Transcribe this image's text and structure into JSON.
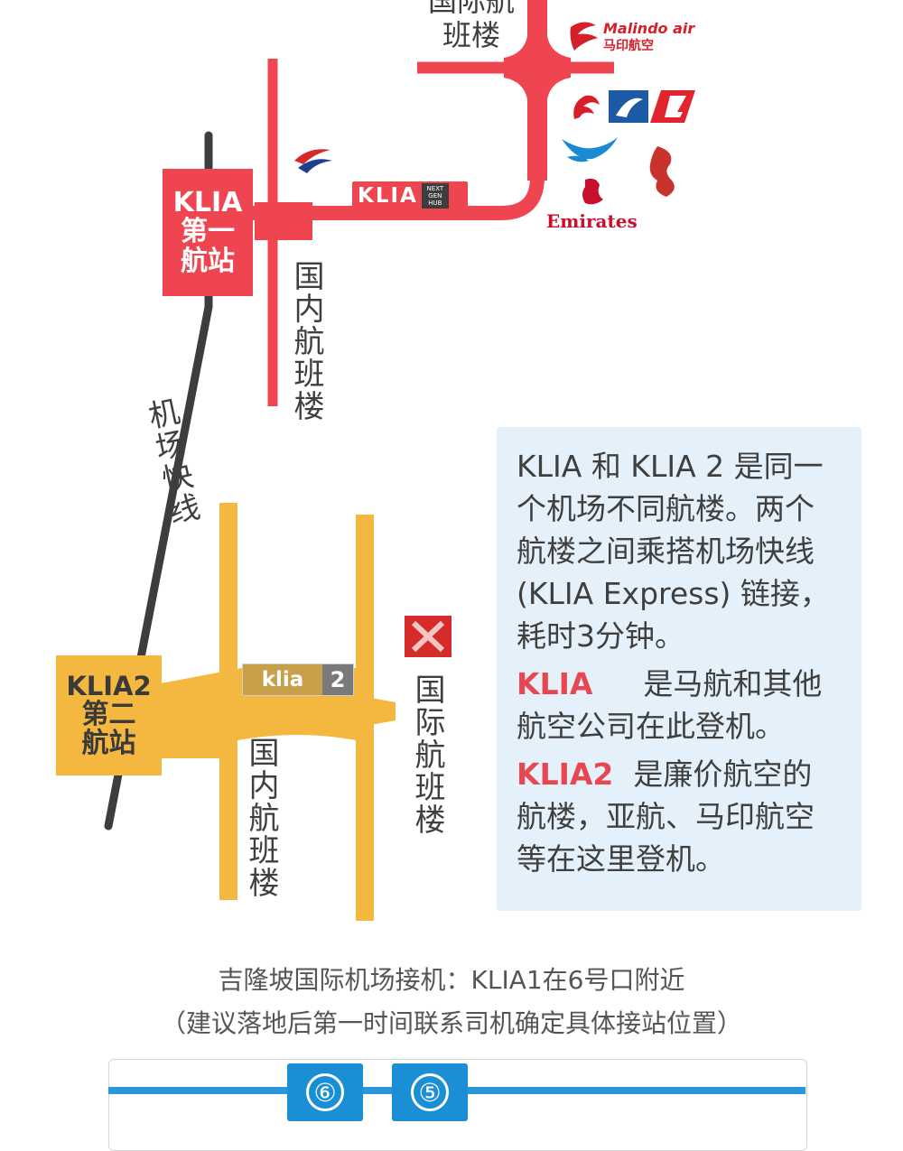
{
  "terminal1": {
    "name": "KLIA",
    "subtitle": "第一航站",
    "international_label": "国际航班楼",
    "domestic_label": "国内航班楼"
  },
  "terminal2": {
    "name": "KLIA2",
    "subtitle": "第二航站",
    "international_label": "国际航班楼",
    "domestic_label": "国内航班楼"
  },
  "rail_label": "机场快线",
  "logos": {
    "klia_main": "KLIA",
    "klia_tag": [
      "NEXT",
      "GEN",
      "HUB"
    ],
    "klia2_text": "klia",
    "klia2_num": "2",
    "malindo_en": "Malindo air",
    "malindo_cn": "马印航空",
    "emirates": "Emirates"
  },
  "info": {
    "para1": "KLIA 和 KLIA 2 是同一个机场不同航楼。两个航楼之间乘搭机场快线(KLIA Express) 链接，耗时3分钟。",
    "para2_label": "KLIA",
    "para2_text": "是马航和其他航空公司在此登机。",
    "para3_label": "KLIA2",
    "para3_text": "是廉价航空的航楼，亚航、马印航空等在这里登机。"
  },
  "caption": {
    "line1": "吉隆坡国际机场接机：KLIA1在6号口附近",
    "line2": "（建议落地后第一时间联系司机确定具体接站位置）"
  },
  "gates": [
    "⑥",
    "⑤"
  ],
  "colors": {
    "red": "#ef4550",
    "yellow": "#f4b740",
    "rail": "#3d3d3d",
    "info_bg": "#e4f1fa",
    "highlight": "#e84651",
    "gate_blue": "#1b8fd6"
  }
}
